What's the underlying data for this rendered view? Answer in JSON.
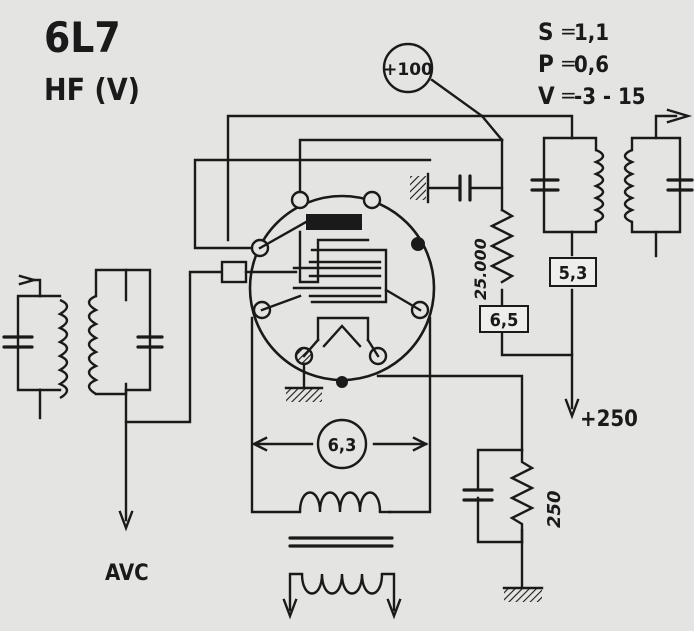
{
  "tube": {
    "type": "6L7",
    "function": "HF (V)"
  },
  "parameters": [
    {
      "symbol": "S",
      "value": "1,1"
    },
    {
      "symbol": "P",
      "value": "0,6"
    },
    {
      "symbol": "V",
      "value": "-3 - 15"
    }
  ],
  "screen_voltage": "+100",
  "anode_supply": "+250",
  "agc_label": "AVC",
  "heater_voltage": "6,3",
  "anode_resistor": "25.000",
  "cathode_resistor": "250",
  "anode_current_box": "5,3",
  "screen_current_box": "6,5"
}
